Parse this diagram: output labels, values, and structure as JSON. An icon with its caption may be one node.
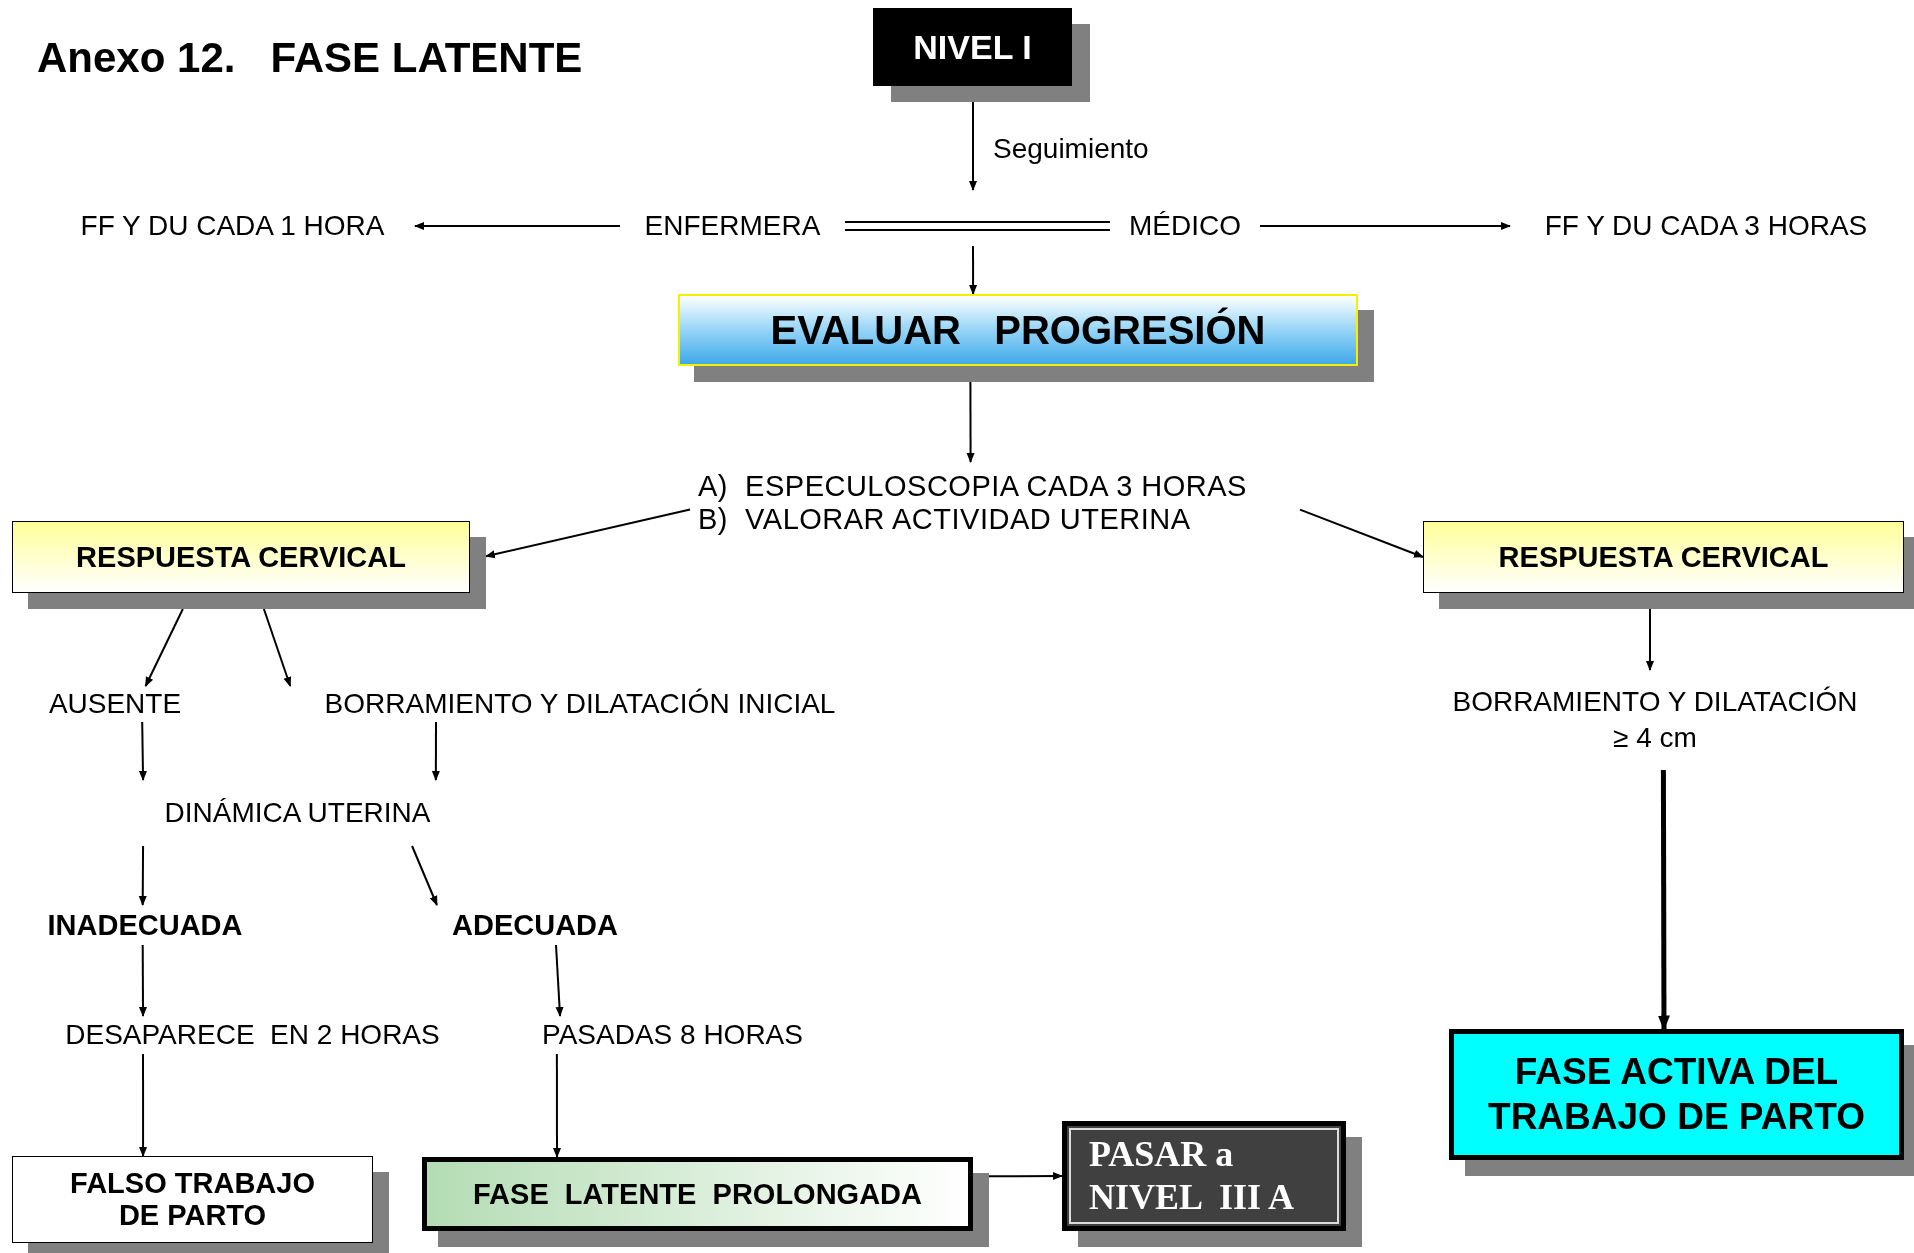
{
  "diagram": {
    "title": "Anexo 12.   FASE LATENTE",
    "nodes": [
      {
        "text": [
          "NIVEL I"
        ]
      },
      {
        "text": [
          "ENFERMERA"
        ]
      },
      {
        "text": [
          "MÉDICO"
        ]
      },
      {
        "text": [
          "FF Y DU CADA 1 HORA"
        ]
      },
      {
        "text": [
          "FF Y DU CADA 3 HORAS"
        ]
      },
      {
        "text": [
          "EVALUAR   PROGRESIÓN"
        ]
      },
      {
        "text": [
          "A)  ESPECULOSCOPIA CADA 3 HORAS",
          "B)  VALORAR ACTIVIDAD UTERINA"
        ]
      },
      {
        "text": [
          "RESPUESTA CERVICAL"
        ]
      },
      {
        "text": [
          "RESPUESTA CERVICAL"
        ]
      },
      {
        "text": [
          "AUSENTE"
        ]
      },
      {
        "text": [
          "BORRAMIENTO Y DILATACIÓN INICIAL"
        ]
      },
      {
        "text": [
          "BORRAMIENTO Y DILATACIÓN ≥  4 cm"
        ]
      },
      {
        "text": [
          "DINÁMICA UTERINA"
        ]
      },
      {
        "text": [
          "INADECUADA"
        ]
      },
      {
        "text": [
          "ADECUADA"
        ]
      },
      {
        "text": [
          "DESAPARECE  EN 2 HORAS"
        ]
      },
      {
        "text": [
          "PASADAS 8 HORAS"
        ]
      },
      {
        "text": [
          "FASE ACTIVA DEL TRABAJO DE PARTO"
        ]
      },
      {
        "text": [
          "FALSO TRABAJO DE PARTO"
        ]
      },
      {
        "text": [
          "FASE  LATENTE  PROLONGADA"
        ]
      },
      {
        "text": [
          "PASAR a NIVEL  III A"
        ]
      }
    ],
    "edges": [
      {
        "from": 0,
        "to": null,
        "arrow": "to",
        "label": "Seguimiento"
      },
      {
        "from": null,
        "to": 5,
        "arrow": "to"
      },
      {
        "from": 1,
        "to": 2,
        "arrow": "none"
      },
      {
        "from": 1,
        "to": 3,
        "arrow": "to"
      },
      {
        "from": 2,
        "to": 4,
        "arrow": "to"
      },
      {
        "from": 5,
        "to": 6,
        "arrow": "to"
      },
      {
        "from": 6,
        "to": 7,
        "arrow": "to"
      },
      {
        "from": 6,
        "to": 8,
        "arrow": "to"
      },
      {
        "from": 7,
        "to": 9,
        "arrow": "to"
      },
      {
        "from": 7,
        "to": 10,
        "arrow": "to"
      },
      {
        "from": 8,
        "to": 11,
        "arrow": "to"
      },
      {
        "from": 9,
        "to": 12,
        "arrow": "to"
      },
      {
        "from": 10,
        "to": 12,
        "arrow": "to"
      },
      {
        "from": 12,
        "to": 13,
        "arrow": "to"
      },
      {
        "from": 12,
        "to": 14,
        "arrow": "to"
      },
      {
        "from": 13,
        "to": 15,
        "arrow": "to"
      },
      {
        "from": 14,
        "to": 16,
        "arrow": "to"
      },
      {
        "from": 15,
        "to": 18,
        "arrow": "to"
      },
      {
        "from": 16,
        "to": 19,
        "arrow": "to"
      },
      {
        "from": 19,
        "to": 20,
        "arrow": "to"
      },
      {
        "from": 11,
        "to": 17,
        "arrow": "to",
        "style": "thick"
      }
    ]
  }
}
